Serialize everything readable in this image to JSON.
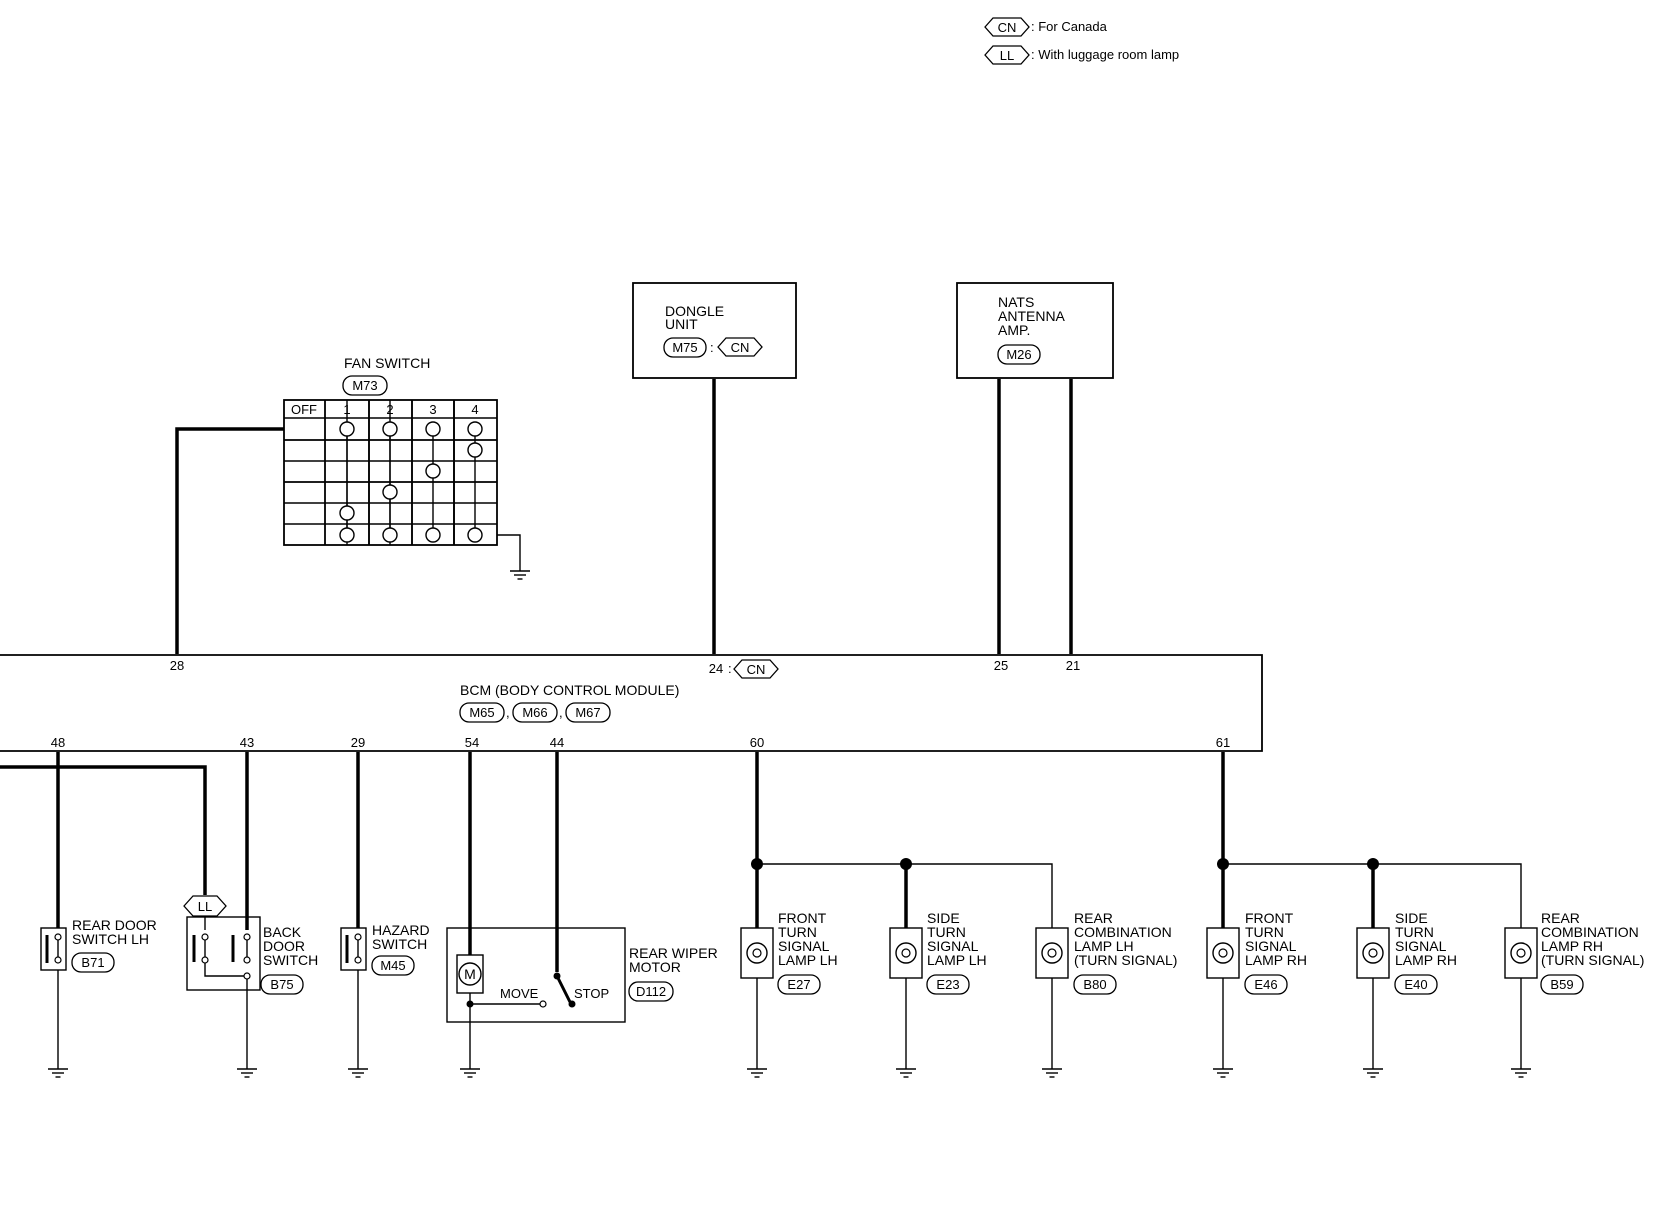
{
  "legend": {
    "cn_tag": "CN",
    "cn_text": ": For Canada",
    "ll_tag": "LL",
    "ll_text": ": With luggage room lamp"
  },
  "dongle": {
    "line1": "DONGLE",
    "line2": "UNIT",
    "conn": "M75",
    "sep": ":",
    "tag": "CN"
  },
  "nats": {
    "line1": "NATS",
    "line2": "ANTENNA",
    "line3": "AMP.",
    "conn": "M26"
  },
  "fan_switch": {
    "title": "FAN SWITCH",
    "conn": "M73",
    "headers": [
      "OFF",
      "1",
      "2",
      "3",
      "4"
    ]
  },
  "bcm": {
    "title": "BCM (BODY CONTROL MODULE)",
    "conn1": "M65",
    "conn2": "M66",
    "conn3": "M67",
    "sep": ",",
    "top_pins": {
      "p28": "28",
      "p24": "24",
      "p24_sep": ":",
      "p24_tag": "CN",
      "p25": "25",
      "p21": "21"
    },
    "bottom_pins": {
      "p48": "48",
      "p43": "43",
      "p29": "29",
      "p54": "54",
      "p44": "44",
      "p60": "60",
      "p61": "61"
    }
  },
  "components": {
    "rear_door_lh": {
      "line1": "REAR DOOR",
      "line2": "SWITCH LH",
      "conn": "B71"
    },
    "back_door": {
      "tag": "LL",
      "line1": "BACK",
      "line2": "DOOR",
      "line3": "SWITCH",
      "conn": "B75"
    },
    "hazard": {
      "line1": "HAZARD",
      "line2": "SWITCH",
      "conn": "M45"
    },
    "wiper": {
      "line1": "REAR WIPER",
      "line2": "MOTOR",
      "conn": "D112",
      "motor": "M",
      "move": "MOVE",
      "stop": "STOP"
    },
    "front_lh": {
      "line1": "FRONT",
      "line2": "TURN",
      "line3": "SIGNAL",
      "line4": "LAMP LH",
      "conn": "E27"
    },
    "side_lh": {
      "line1": "SIDE",
      "line2": "TURN",
      "line3": "SIGNAL",
      "line4": "LAMP LH",
      "conn": "E23"
    },
    "rear_lh": {
      "line1": "REAR",
      "line2": "COMBINATION",
      "line3": "LAMP LH",
      "line4": "(TURN SIGNAL)",
      "conn": "B80"
    },
    "front_rh": {
      "line1": "FRONT",
      "line2": "TURN",
      "line3": "SIGNAL",
      "line4": "LAMP RH",
      "conn": "E46"
    },
    "side_rh": {
      "line1": "SIDE",
      "line2": "TURN",
      "line3": "SIGNAL",
      "line4": "LAMP RH",
      "conn": "E40"
    },
    "rear_rh": {
      "line1": "REAR",
      "line2": "COMBINATION",
      "line3": "LAMP RH",
      "line4": "(TURN SIGNAL)",
      "conn": "B59"
    }
  }
}
